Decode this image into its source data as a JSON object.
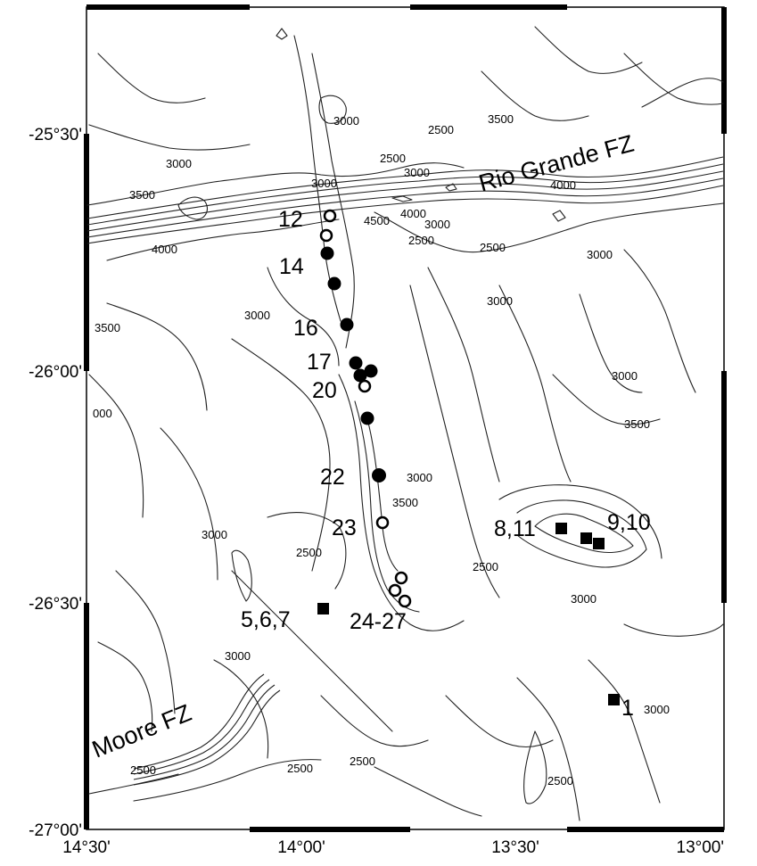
{
  "map": {
    "features": [
      {
        "id": "rio-grande",
        "text": "Rio Grande FZ"
      },
      {
        "id": "moore",
        "text": "Moore FZ"
      }
    ],
    "latitude_ticks": [
      "-25°30'",
      "-26°00'",
      "-26°30'",
      "-27°00'"
    ],
    "longitude_ticks": [
      "14°30'",
      "14°00'",
      "13°30'",
      "13°00'"
    ],
    "contour_labels": [
      "2500",
      "3000",
      "3500",
      "3000",
      "2500",
      "3000",
      "3500",
      "3000",
      "4500",
      "4000",
      "3000",
      "2500",
      "4000",
      "2500",
      "3000",
      "4000",
      "3000",
      "3500",
      "3000",
      "3000",
      "3500",
      "000",
      "3000",
      "3500",
      "3000",
      "2500",
      "2500",
      "3000",
      "3000",
      "2500",
      "2500",
      "2500",
      "3000",
      "2500"
    ],
    "sites_open": [
      {
        "name": "12"
      },
      {
        "name": ""
      },
      {
        "name": "20"
      },
      {
        "name": "23"
      },
      {
        "name": "24-27"
      },
      {
        "name": ""
      },
      {
        "name": ""
      }
    ],
    "sites_filled": [
      {
        "name": "14"
      },
      {
        "name": ""
      },
      {
        "name": "16"
      },
      {
        "name": "17"
      },
      {
        "name": ""
      },
      {
        "name": ""
      },
      {
        "name": ""
      },
      {
        "name": "22"
      }
    ],
    "sites_square": [
      {
        "name": "8,11"
      },
      {
        "name": "9,10"
      },
      {
        "name": ""
      },
      {
        "name": "5,6,7"
      },
      {
        "name": "1"
      }
    ]
  }
}
